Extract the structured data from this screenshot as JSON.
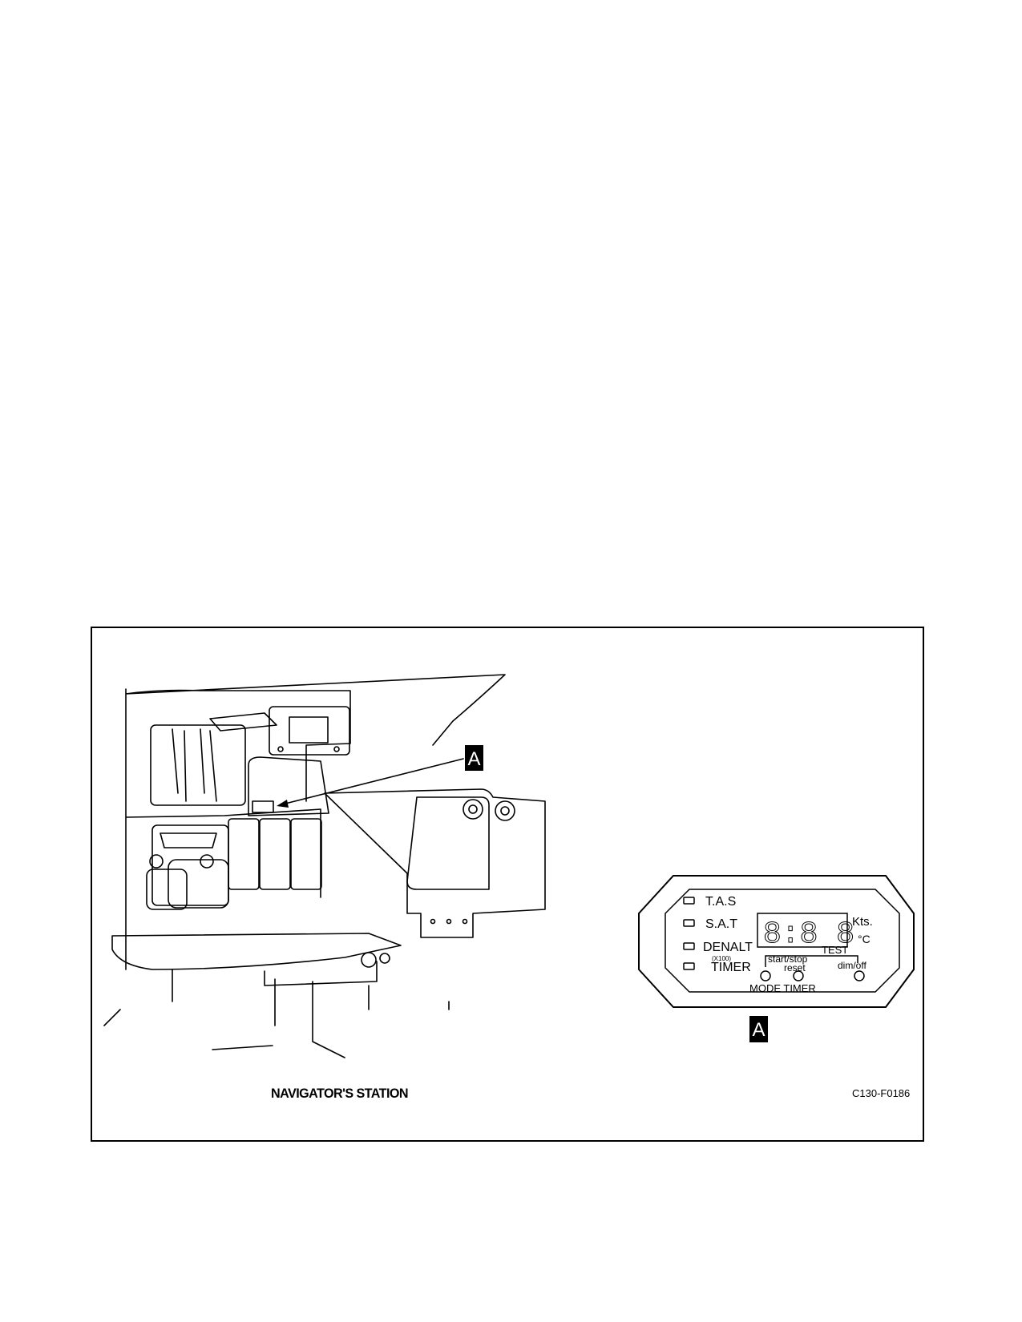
{
  "figure": {
    "caption": "NAVIGATOR'S STATION",
    "figure_number": "C130-F0186",
    "callout_letter": "A",
    "panel": {
      "indicators": [
        "T.A.S",
        "S.A.T",
        "DENALT",
        "TIMER"
      ],
      "denalt_multiplier": "(X100)",
      "display_digits": "8:8 8",
      "unit_kts": "Kts.",
      "unit_celsius": "°C",
      "test_label": "TEST",
      "start_stop_label": "start/stop",
      "reset_label": "reset",
      "dim_off_label": "dim/off",
      "mode_timer_label": "MODE TIMER"
    }
  }
}
